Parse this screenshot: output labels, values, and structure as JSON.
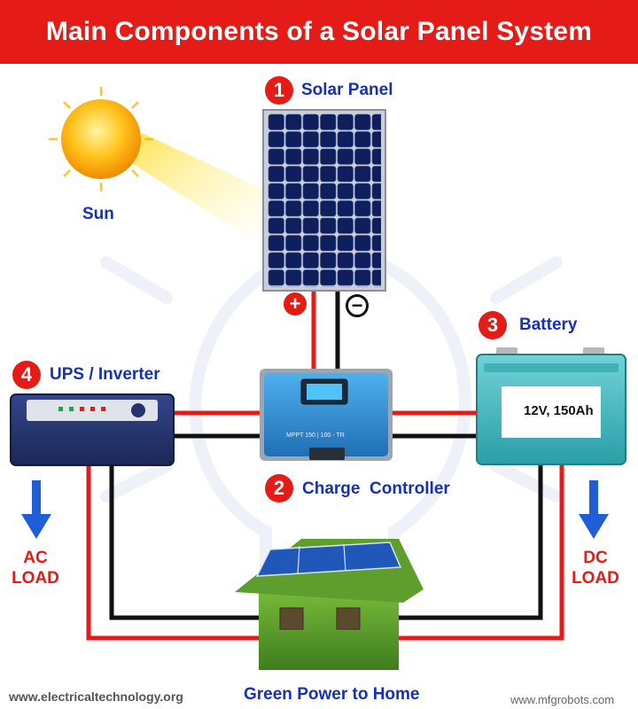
{
  "title": "Main Components of a Solar Panel System",
  "colors": {
    "title_bg": "#e41b17",
    "label_blue": "#1630b8",
    "wire_red": "#e41b17",
    "wire_black": "#111111",
    "panel_blue": "#0d1b4a",
    "controller_blue": "#2f8fd6",
    "battery_teal": "#3fb8bf",
    "inverter_navy": "#25326b"
  },
  "components": {
    "sun": {
      "label": "Sun"
    },
    "solar_panel": {
      "number": "1",
      "label": "Solar Panel",
      "pos_terminal": "+",
      "neg_terminal": "−"
    },
    "charge_controller": {
      "number": "2",
      "label": "Charge  Controller",
      "model_text": "MPPT 150 | 100 - TR"
    },
    "battery": {
      "number": "3",
      "label": "Battery",
      "spec": "12V, 150Ah"
    },
    "ups_inverter": {
      "number": "4",
      "label": "UPS / Inverter"
    },
    "home": {
      "label": "Green Power to Home"
    }
  },
  "loads": {
    "ac": {
      "line1": "AC",
      "line2": "LOAD"
    },
    "dc": {
      "line1": "DC",
      "line2": "LOAD"
    }
  },
  "footer": {
    "left": "www.electricaltechnology.org",
    "right": "www.mfgrobots.com"
  }
}
